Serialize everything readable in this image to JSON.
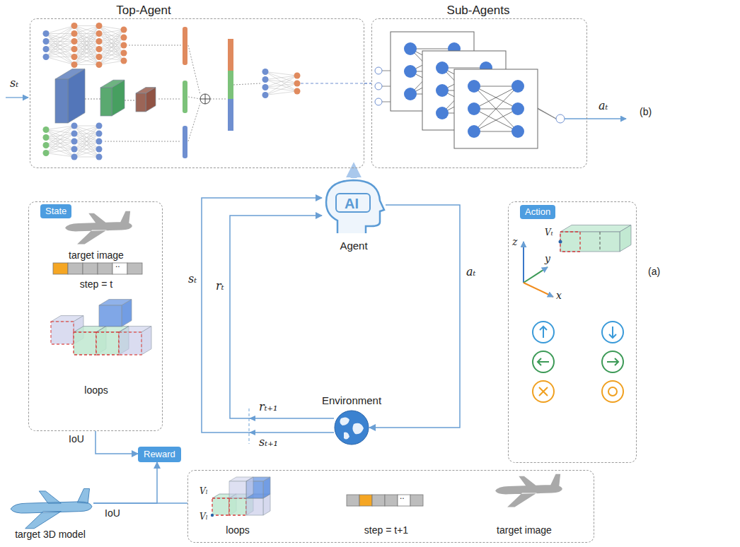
{
  "diagram": {
    "nodes": [
      {
        "text": [
          "Top-Agent"
        ]
      },
      {
        "text": [
          "Sub-Agents"
        ]
      },
      {
        "text": [
          "State",
          "target image",
          "step = t",
          "loops"
        ]
      },
      {
        "text": [
          "AI",
          "Agent"
        ]
      },
      {
        "text": [
          "Action"
        ]
      },
      {
        "text": [
          "Environment"
        ]
      },
      {
        "text": [
          "Reward"
        ]
      },
      {
        "text": [
          "loops",
          "step = t+1",
          "target image"
        ]
      },
      {
        "text": [
          "target 3D model"
        ]
      }
    ],
    "edges": [
      {
        "from": 0,
        "to": 1,
        "arrow": "none"
      },
      {
        "from": 3,
        "to": 0,
        "arrow": "to"
      },
      {
        "from": 5,
        "to": 3,
        "label": "sₜ",
        "arrow": "to"
      },
      {
        "from": 5,
        "to": 3,
        "label": "rₜ",
        "arrow": "to"
      },
      {
        "from": 3,
        "to": 5,
        "label": "aₜ",
        "arrow": "to"
      },
      {
        "from": 2,
        "to": 6,
        "label": "IoU",
        "arrow": "to"
      },
      {
        "from": 8,
        "to": 6,
        "label": "IoU",
        "arrow": "to"
      },
      {
        "from": 8,
        "to": 7,
        "arrow": "none"
      }
    ],
    "labels": [
      "(b)",
      "(a)",
      "sₜ",
      "aₜ",
      "rₜ₊₁",
      "sₜ₊₁",
      "x",
      "y",
      "z",
      "Vₜ",
      "..",
      "Vₗ",
      "Vₗ",
      ".."
    ]
  }
}
